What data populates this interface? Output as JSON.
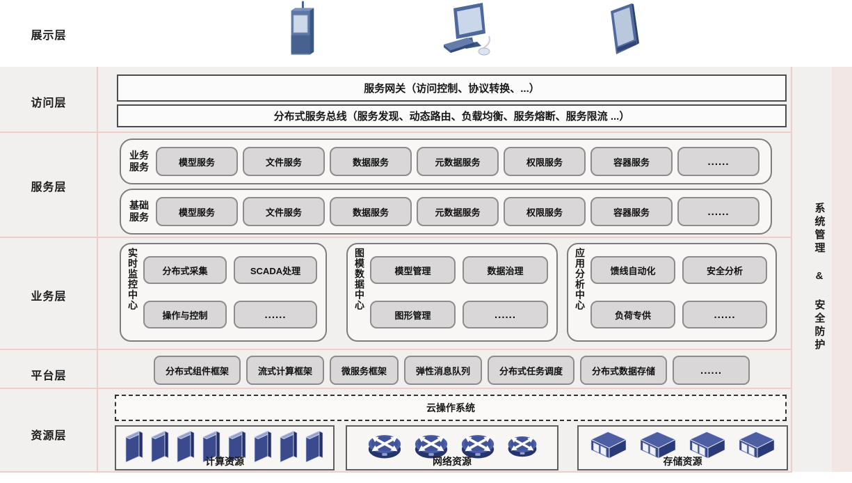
{
  "side_label": "系统管理 & 安全防护",
  "layers": {
    "presentation": {
      "label": "展示层",
      "devices": [
        "handheld-terminal-icon",
        "desktop-computer-icon",
        "tablet-icon"
      ]
    },
    "access": {
      "label": "访问层",
      "gateway": "服务网关（访问控制、协议转换、...）",
      "service_bus": "分布式服务总线（服务发现、动态路由、负载均衡、服务熔断、服务限流 ...）"
    },
    "service": {
      "label": "服务层",
      "rows": [
        {
          "group": "业务服务",
          "items": [
            "模型服务",
            "文件服务",
            "数据服务",
            "元数据服务",
            "权限服务",
            "容器服务",
            "......"
          ]
        },
        {
          "group": "基础服务",
          "items": [
            "模型服务",
            "文件服务",
            "数据服务",
            "元数据服务",
            "权限服务",
            "容器服务",
            "......"
          ]
        }
      ]
    },
    "business": {
      "label": "业务层",
      "centers": [
        {
          "name": "实时监控中心",
          "items": [
            "分布式采集",
            "SCADA处理",
            "操作与控制",
            "......"
          ]
        },
        {
          "name": "图模数据中心",
          "items": [
            "模型管理",
            "数据治理",
            "图形管理",
            "......"
          ]
        },
        {
          "name": "应用分析中心",
          "items": [
            "馈线自动化",
            "安全分析",
            "负荷专供",
            "......"
          ]
        }
      ]
    },
    "platform": {
      "label": "平台层",
      "items": [
        "分布式组件框架",
        "流式计算框架",
        "微服务框架",
        "弹性消息队列",
        "分布式任务调度",
        "分布式数据存储",
        "......"
      ]
    },
    "resource": {
      "label": "资源层",
      "cloud_os": "云操作系统",
      "groups": [
        {
          "name": "计算资源",
          "icon": "server-icon",
          "icon_count": 8
        },
        {
          "name": "网络资源",
          "icon": "router-icon",
          "icon_count": 4
        },
        {
          "name": "存储资源",
          "icon": "storage-icon",
          "icon_count": 4
        }
      ]
    }
  },
  "colors": {
    "band_bg": "#f2f0ef",
    "separator_pink": "#f0cdc9",
    "box_fill": "#d9d7d7",
    "box_border": "#8c8c8c",
    "bar_border": "#4c4c4c",
    "icon_navy": "#3a4a8c",
    "icon_navy_dark": "#243166",
    "icon_navy_light": "#97a1ce",
    "screen_light": "#cad7ea"
  }
}
